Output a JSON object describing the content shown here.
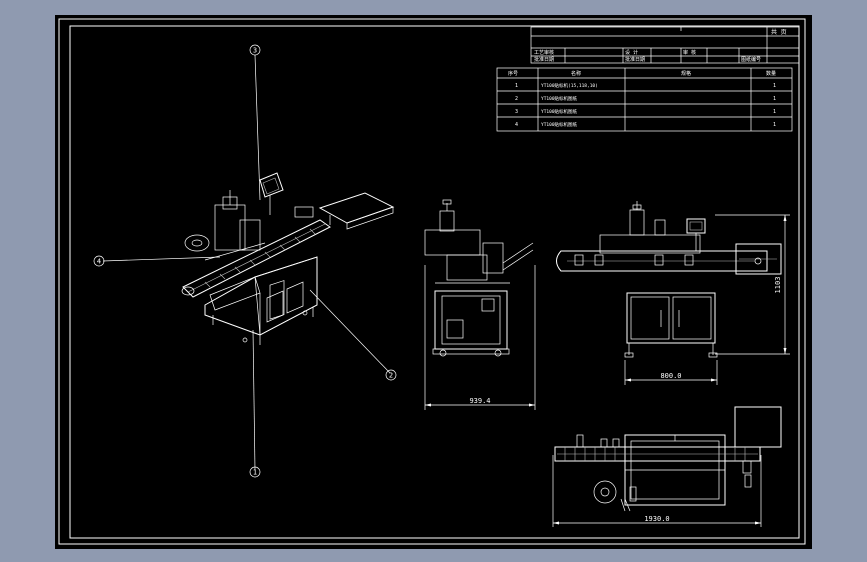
{
  "title_block": {
    "corner_label": "共 页",
    "row1": [
      "工艺审核",
      "",
      "设 计",
      "",
      "审 核",
      "",
      ""
    ],
    "row2": [
      "批准日期",
      "",
      "批准日期",
      "",
      "",
      "",
      "图纸编号"
    ]
  },
  "bom": {
    "headers": [
      "序号",
      "名称",
      "规格",
      "数量"
    ],
    "rows": [
      {
        "no": "1",
        "name": "YT100贴标机(15,118,10)",
        "spec": "",
        "qty": "1"
      },
      {
        "no": "2",
        "name": "YT100贴标机图纸",
        "spec": "",
        "qty": "1"
      },
      {
        "no": "3",
        "name": "YT100贴标机图纸",
        "spec": "",
        "qty": "1"
      },
      {
        "no": "4",
        "name": "YT100贴标机图纸",
        "spec": "",
        "qty": "1"
      }
    ]
  },
  "balloons": [
    "3",
    "4",
    "2",
    "1"
  ],
  "dimensions": {
    "side_width": "939.4",
    "front_width": "800.0",
    "front_height": "1103",
    "top_length": "1930.0"
  },
  "colors": {
    "background": "#8f9ab0",
    "canvas": "#000000",
    "lines": "#ffffff"
  }
}
